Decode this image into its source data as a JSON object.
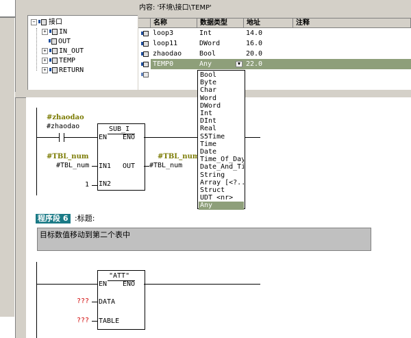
{
  "tree": {
    "root": "接口",
    "children": [
      "IN",
      "OUT",
      "IN_OUT",
      "TEMP",
      "RETURN"
    ]
  },
  "content_header": "内容:  '环境\\接口\\TEMP'",
  "table": {
    "columns": [
      "名称",
      "数据类型",
      "地址",
      "注释"
    ],
    "rows": [
      {
        "name": "loop3",
        "type": "Int",
        "addr": "14.0",
        "comment": ""
      },
      {
        "name": "loop11",
        "type": "DWord",
        "addr": "16.0",
        "comment": ""
      },
      {
        "name": "zhaodao",
        "type": "Bool",
        "addr": "20.0",
        "comment": ""
      },
      {
        "name": "TEMP0",
        "type": "Any",
        "addr": "22.0",
        "comment": ""
      }
    ]
  },
  "dropdown_arrow": "▼",
  "dropdown_options": [
    "Bool",
    "Byte",
    "Char",
    "Word",
    "DWord",
    "Int",
    "DInt",
    "Real",
    "S5Time",
    "Time",
    "Date",
    "Time_Of_Day",
    "Date_And_Ti",
    "String",
    "Array [<?..",
    "Struct",
    "UDT <nr>",
    "Any"
  ],
  "dropdown_selected": "Any",
  "network1": {
    "contact_sym": "#zhaodao",
    "contact_addr": "#zhaodao",
    "block_name": "SUB_I",
    "en": "EN",
    "eno": "ENO",
    "in1": "IN1",
    "in2": "IN2",
    "out": "OUT",
    "in1_sym": "#TBL_num",
    "in1_addr": "#TBL_num",
    "in2_val": "1",
    "out_sym": "#TBL_num",
    "out_addr": "#TBL_num"
  },
  "network2": {
    "title_prefix": "程序段",
    "title_num": "6",
    "title_suffix": ":标题:",
    "comment": "目标数值移动到第二个表中",
    "block_name": "\"ATT\"",
    "en": "EN",
    "eno": "ENO",
    "data": "DATA",
    "table": "TABLE",
    "data_val": "???",
    "table_val": "???"
  },
  "colors": {
    "selection": "#8e9f7a",
    "network_title_bg": "#1a7a86",
    "symbol_text": "#7a7a00",
    "unresolved": "#d00000"
  }
}
